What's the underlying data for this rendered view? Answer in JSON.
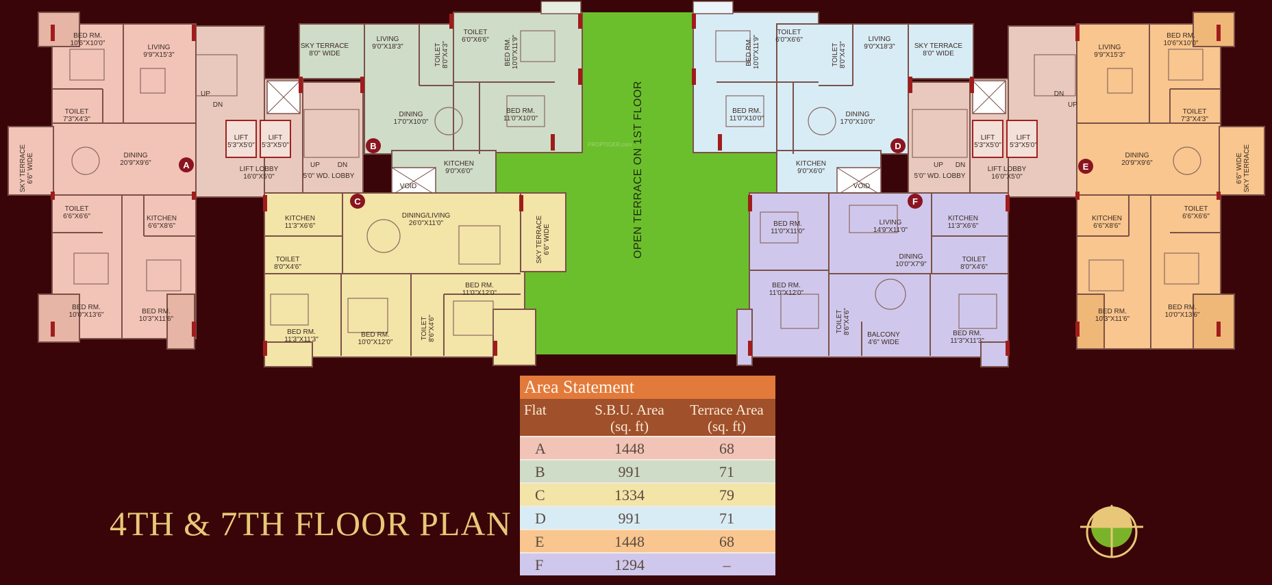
{
  "title": "4TH & 7TH FLOOR PLAN",
  "watermark": "PROPTIGER.com",
  "open_terrace_label": "OPEN TERRACE ON 1ST FLOOR",
  "colors": {
    "background": "#3a0508",
    "flat_A": "#f2c4b8",
    "flat_B": "#cfdcc8",
    "flat_C": "#f3e4a8",
    "flat_D": "#d8ecf6",
    "flat_E": "#f8c68e",
    "flat_F": "#d0c8ec",
    "lobby": "#e9c9bd",
    "terrace": "#6cbf2c",
    "title": "#e8c878"
  },
  "area_statement": {
    "heading": "Area Statement",
    "col_flat": "Flat",
    "col_sbu": "S.B.U. Area\n(sq. ft)",
    "col_terrace": "Terrace Area\n(sq. ft)",
    "rows": [
      {
        "flat": "A",
        "sbu": "1448",
        "terrace": "68"
      },
      {
        "flat": "B",
        "sbu": "991",
        "terrace": "71"
      },
      {
        "flat": "C",
        "sbu": "1334",
        "terrace": "79"
      },
      {
        "flat": "D",
        "sbu": "991",
        "terrace": "71"
      },
      {
        "flat": "E",
        "sbu": "1448",
        "terrace": "68"
      },
      {
        "flat": "F",
        "sbu": "1294",
        "terrace": "–"
      }
    ]
  },
  "flat_badges": [
    "A",
    "B",
    "C",
    "D",
    "E",
    "F"
  ],
  "rooms": {
    "a_bed1": [
      "BED RM.",
      "10'6\"X10'0\""
    ],
    "a_living": [
      "LIVING",
      "9'9\"X15'3\""
    ],
    "a_toilet1": [
      "TOILET",
      "7'3\"X4'3\""
    ],
    "a_sky": [
      "SKY TERRACE",
      "6'6\" WIDE"
    ],
    "a_dining": [
      "DINING",
      "20'9\"X9'6\""
    ],
    "a_toilet2": [
      "TOILET",
      "6'6\"X6'6\""
    ],
    "a_kitchen": [
      "KITCHEN",
      "6'6\"X8'6\""
    ],
    "a_bed2": [
      "BED RM.",
      "10'0\"X13'6\""
    ],
    "a_bed3": [
      "BED RM.",
      "10'3\"X11'6\""
    ],
    "lift1": [
      "LIFT",
      "5'3\"X5'0\""
    ],
    "lift2": [
      "LIFT",
      "5'3\"X5'0\""
    ],
    "lobby_l": [
      "LIFT LOBBY",
      "16'0\"X5'0\""
    ],
    "wd_lobby_l": [
      "5'0\" WD. LOBBY"
    ],
    "b_sky": [
      "SKY TERRACE",
      "8'0\" WIDE"
    ],
    "b_living": [
      "LIVING",
      "9'0\"X18'3\""
    ],
    "b_toilet1": [
      "TOILET",
      "8'0\"X4'3\""
    ],
    "b_toilet2": [
      "TOILET",
      "6'0\"X6'6\""
    ],
    "b_bed1": [
      "BED RM.",
      "10'0\"X11'9\""
    ],
    "b_dining": [
      "DINING",
      "17'0\"X10'0\""
    ],
    "b_bed2": [
      "BED RM.",
      "11'0\"X10'0\""
    ],
    "b_kitchen": [
      "KITCHEN",
      "9'0\"X6'0\""
    ],
    "void_l": [
      "VOID"
    ],
    "c_kitchen": [
      "KITCHEN",
      "11'3\"X6'6\""
    ],
    "c_dining": [
      "DINING/LIVING",
      "26'0\"X11'0\""
    ],
    "c_sky": [
      "SKY TERRACE",
      "6'6\" WIDE"
    ],
    "c_toilet1": [
      "TOILET",
      "8'0\"X4'6\""
    ],
    "c_bed1": [
      "BED RM.",
      "11'0\"X12'0\""
    ],
    "c_bed2": [
      "BED RM.",
      "11'3\"X11'3\""
    ],
    "c_bed3": [
      "BED RM.",
      "10'0\"X12'0\""
    ],
    "c_toilet2": [
      "TOILET",
      "8'6\"X4'6\""
    ],
    "d_bed1": [
      "BED RM.",
      "10'0\"X11'9\""
    ],
    "d_toilet1": [
      "TOILET",
      "6'0\"X6'6\""
    ],
    "d_toilet2": [
      "TOILET",
      "8'0\"X4'3\""
    ],
    "d_living": [
      "LIVING",
      "9'0\"X18'3\""
    ],
    "d_sky": [
      "SKY TERRACE",
      "8'0\" WIDE"
    ],
    "d_bed2": [
      "BED RM.",
      "11'0\"X10'0\""
    ],
    "d_dining": [
      "DINING",
      "17'0\"X10'0\""
    ],
    "d_kitchen": [
      "KITCHEN",
      "9'0\"X6'0\""
    ],
    "void_r": [
      "VOID"
    ],
    "wd_lobby_r": [
      "5'0\" WD. LOBBY"
    ],
    "lift3": [
      "LIFT",
      "5'3\"X5'0\""
    ],
    "lift4": [
      "LIFT",
      "5'3\"X5'0\""
    ],
    "lobby_r": [
      "LIFT LOBBY",
      "16'0\"X5'0\""
    ],
    "e_living": [
      "LIVING",
      "9'9\"X15'3\""
    ],
    "e_bed1": [
      "BED RM.",
      "10'6\"X10'0\""
    ],
    "e_toilet1": [
      "TOILET",
      "7'3\"X4'3\""
    ],
    "e_dining": [
      "DINING",
      "20'9\"X9'6\""
    ],
    "e_sky": [
      "6'6\" WIDE",
      "SKY TERRACE"
    ],
    "e_kitchen": [
      "KITCHEN",
      "6'6\"X8'6\""
    ],
    "e_toilet2": [
      "TOILET",
      "6'6\"X6'6\""
    ],
    "e_bed2": [
      "BED RM.",
      "10'3\"X11'6\""
    ],
    "e_bed3": [
      "BED RM.",
      "10'0\"X13'6\""
    ],
    "f_bed1": [
      "BED RM.",
      "11'0\"X11'0\""
    ],
    "f_living": [
      "LIVING",
      "14'9\"X11'0\""
    ],
    "f_kitchen": [
      "KITCHEN",
      "11'3\"X6'6\""
    ],
    "f_dining": [
      "DINING",
      "10'0\"X7'9\""
    ],
    "f_toilet1": [
      "TOILET",
      "8'0\"X4'6\""
    ],
    "f_bed2": [
      "BED RM.",
      "11'0\"X12'0\""
    ],
    "f_toilet2": [
      "TOILET",
      "8'6\"X4'6\""
    ],
    "f_balcony": [
      "BALCONY",
      "4'6\" WIDE"
    ],
    "f_bed3": [
      "BED RM.",
      "11'3\"X11'3\""
    ],
    "stair_up": "UP",
    "stair_dn": "DN"
  }
}
